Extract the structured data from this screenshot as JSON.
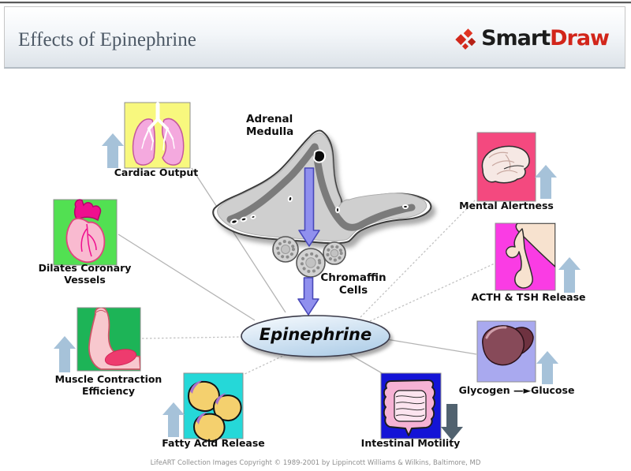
{
  "header": {
    "title": "Effects of Epinephrine",
    "logo": {
      "smart": "Smart",
      "draw": "Draw",
      "brand_red": "#d2251a",
      "brand_black": "#1c1c1c"
    }
  },
  "diagram": {
    "source_label": "Adrenal Medulla",
    "intermediate_label": "Chromaffin Cells",
    "center_label": "Epinephrine",
    "arrow_up_color": "#a6c2d9",
    "arrow_down_color": "#51626f",
    "flow_arrow_color": "#9090ee",
    "ellipse_fill": "#cfe2f2",
    "effects": [
      {
        "label": "Cardiac Output",
        "organ": "lungs-icon",
        "trend": "increase",
        "box_color": "#f8f87e"
      },
      {
        "label": "Dilates Coronary Vessels",
        "organ": "heart-icon",
        "trend": "none",
        "box_color": "#52e052"
      },
      {
        "label": "Muscle Contraction Efficiency",
        "organ": "arm-icon",
        "trend": "increase",
        "box_color": "#1db457"
      },
      {
        "label": "Fatty Acid Release",
        "organ": "fat-cells-icon",
        "trend": "increase",
        "box_color": "#25d8d8"
      },
      {
        "label": "Intestinal Motility",
        "organ": "intestine-icon",
        "trend": "decrease",
        "box_color": "#1414d6"
      },
      {
        "label": "Glycogen —►Glucose",
        "organ": "liver-icon",
        "trend": "increase",
        "box_color": "#a9a9ef"
      },
      {
        "label": "ACTH & TSH Release",
        "organ": "pituitary-icon",
        "trend": "increase",
        "box_color": "#fa3ce4"
      },
      {
        "label": "Mental Alertness",
        "organ": "brain-icon",
        "trend": "increase",
        "box_color": "#f4497f"
      }
    ]
  },
  "footer": {
    "copyright": "LifeART Collection Images Copyright © 1989-2001 by Lippincott Williams & Wilkins, Baltimore, MD"
  }
}
